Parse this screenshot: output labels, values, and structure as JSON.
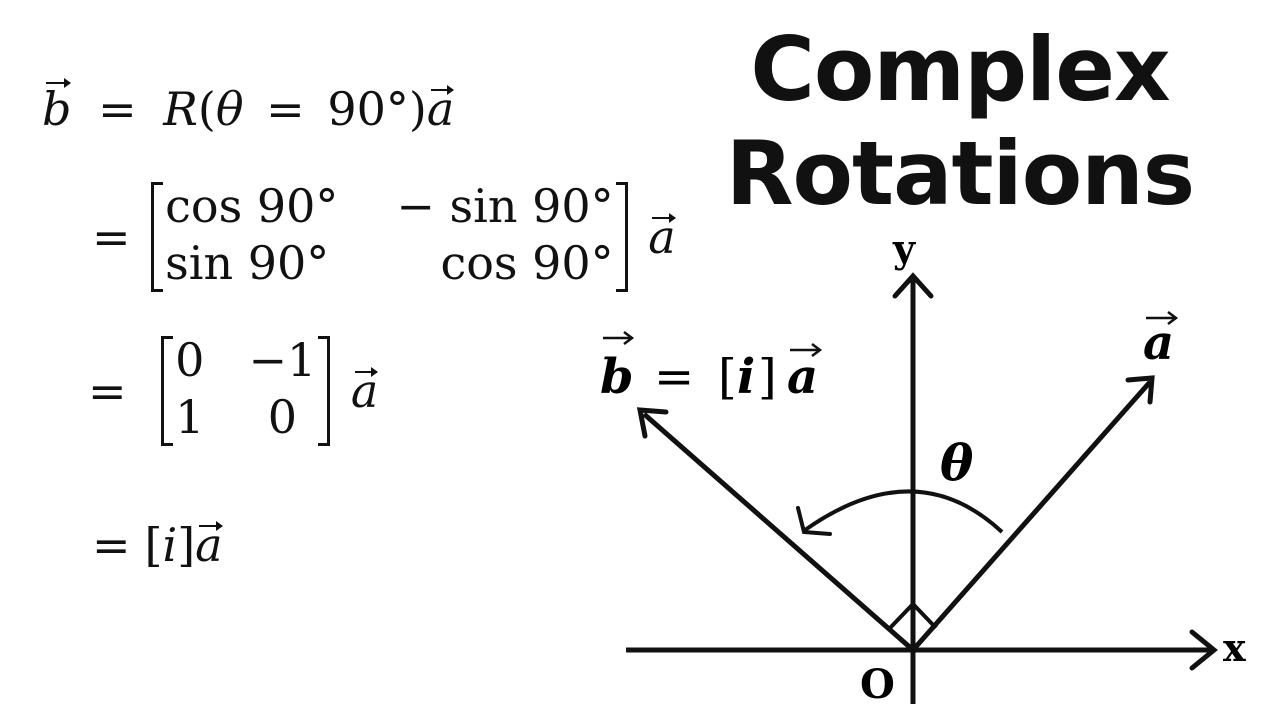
{
  "title": {
    "line1": "Complex",
    "line2": "Rotations"
  },
  "equations": {
    "line1": {
      "lhs": "b",
      "eq": "=",
      "func": "R",
      "open": "(",
      "theta": "θ",
      "eq2": "=",
      "angle": "90°",
      "close": ")",
      "vec": "a"
    },
    "line2": {
      "eq": "=",
      "m11": "cos 90°",
      "m12": "− sin 90°",
      "m21": "sin 90°",
      "m22": "cos 90°",
      "vec": "a"
    },
    "line3": {
      "eq": "=",
      "m11": "0",
      "m12": "−1",
      "m21": "1",
      "m22": "0",
      "vec": "a"
    },
    "line4": {
      "eq": "=",
      "open": "[",
      "i": "i",
      "close": "]",
      "vec": "a"
    }
  },
  "diagram": {
    "x_label": "x",
    "y_label": "y",
    "origin_label": "O",
    "angle_label": "θ",
    "vector_a_label": "a",
    "vector_b_label": "b",
    "vector_b_eq": "=",
    "vector_b_bracket_open": "[",
    "vector_b_i": "i",
    "vector_b_bracket_close": "]",
    "vector_b_a": "a"
  }
}
